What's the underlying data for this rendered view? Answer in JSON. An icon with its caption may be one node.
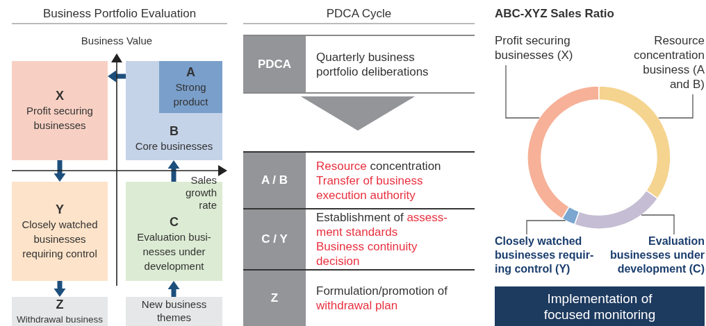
{
  "diagram": {
    "nodes": [
      {
        "text": [
          "X",
          "Profit securing businesses"
        ]
      },
      {
        "text": [
          "B",
          "Core businesses"
        ]
      },
      {
        "text": [
          "A",
          "Strong product"
        ],
        "in": 1
      },
      {
        "text": [
          "Y",
          "Closely watched businesses requiring control"
        ]
      },
      {
        "text": [
          "C",
          "Evaluation busi- nesses under development"
        ]
      },
      {
        "text": [
          "Z",
          "Withdrawal business"
        ]
      },
      {
        "text": [
          "New business themes"
        ]
      },
      {
        "text": [
          "PDCA",
          "Quarterly business portfolio deliberations"
        ]
      },
      {
        "text": [
          "A / B",
          "*Resource* concentration",
          "Transfer of business execution authority"
        ]
      },
      {
        "text": [
          "C / Y",
          "Establishment of *assess- ment standards*",
          "Business continuity decision"
        ]
      },
      {
        "text": [
          "Z",
          "Formulation/promotion of *withdrawal plan*"
        ]
      },
      {
        "text": [
          "Profit securing businesses (X)"
        ]
      },
      {
        "text": [
          "Resource concentration business (A and B)"
        ]
      },
      {
        "text": [],
        "shape": "arc"
      },
      {
        "text": [],
        "shape": "arc"
      },
      {
        "text": [],
        "shape": "arc"
      },
      {
        "text": [],
        "shape": "arc"
      },
      {
        "text": [
          "Closely watched businesses requir- ing control (Y)"
        ]
      },
      {
        "text": [
          "Evaluation businesses under development (C)"
        ]
      },
      {
        "text": [
          "Implementation of focused monitoring"
        ]
      }
    ],
    "edges": [
      {
        "from": 1,
        "to": 0,
        "arrow": "to"
      },
      {
        "from": 0,
        "to": 3,
        "arrow": "to"
      },
      {
        "from": 3,
        "to": 5,
        "arrow": "to"
      },
      {
        "from": 4,
        "to": 1,
        "arrow": "to"
      },
      {
        "from": 6,
        "to": 4,
        "arrow": "to"
      },
      {
        "from": 7,
        "to": 8,
        "arrow": "to",
        "color": "#939598"
      },
      {
        "from": 11,
        "to": 13,
        "arrow": "none",
        "color": "#555555"
      },
      {
        "from": 12,
        "to": 14,
        "arrow": "none",
        "color": "#555555"
      },
      {
        "from": 17,
        "to": 15,
        "arrow": "none",
        "color": "#555555"
      },
      {
        "from": 18,
        "to": 16,
        "arrow": "none",
        "color": "#555555"
      }
    ],
    "labels": [
      "Business Portfolio Evaluation",
      "PDCA Cycle",
      "ABC-XYZ Sales Ratio",
      "Business Value",
      "Sales growth rate"
    ]
  }
}
